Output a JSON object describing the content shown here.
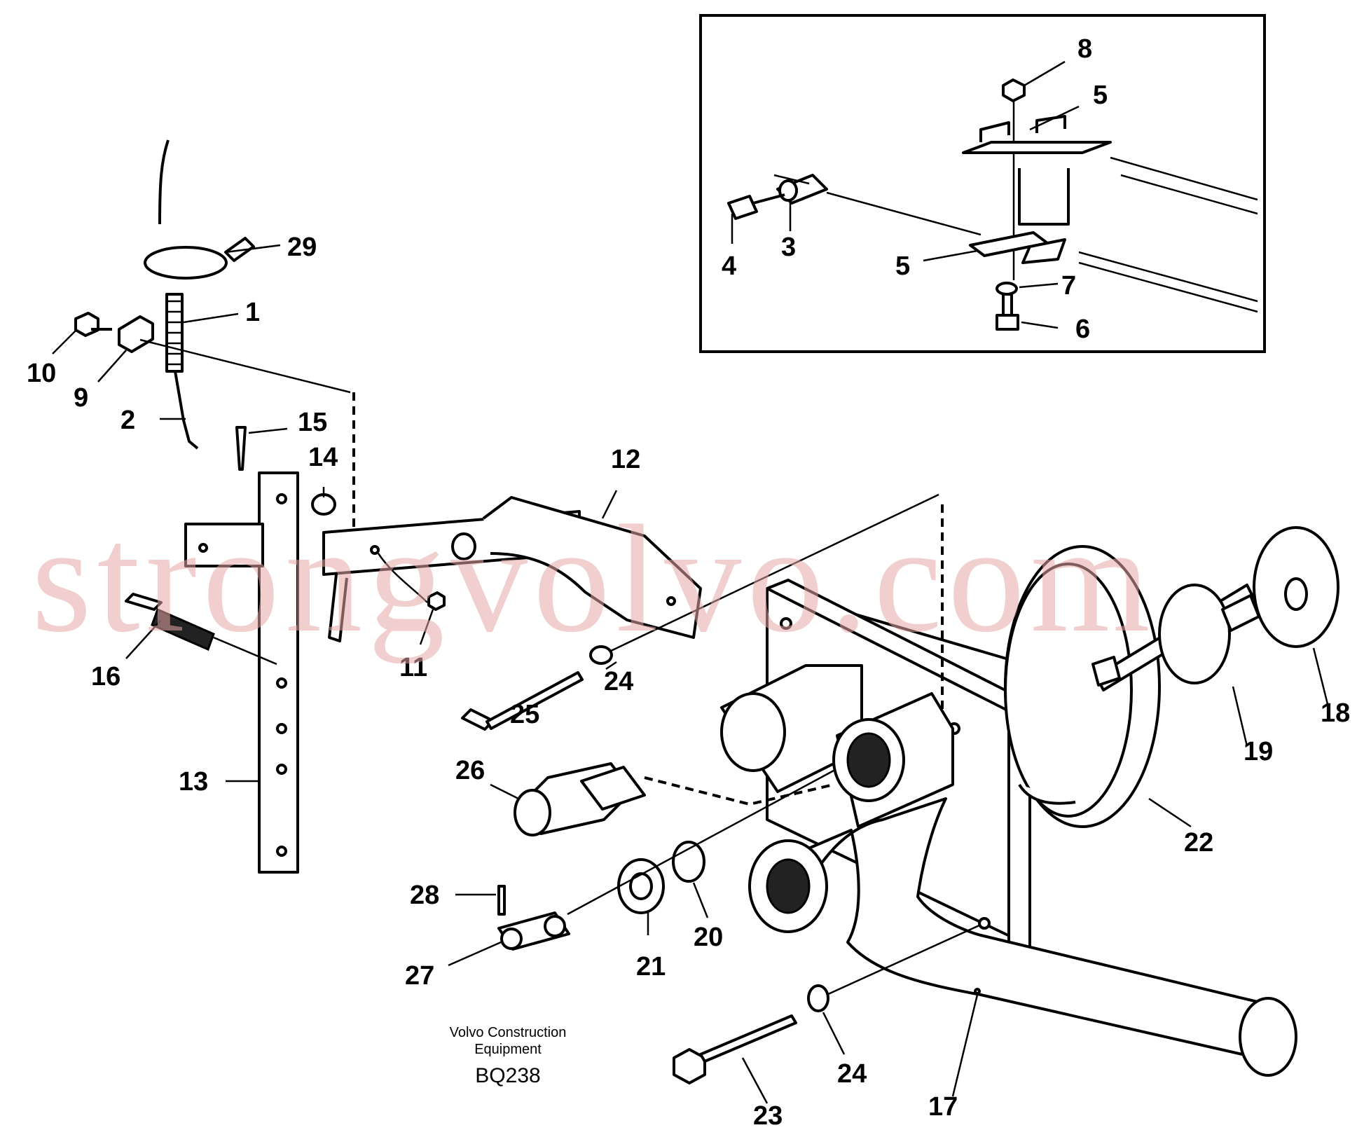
{
  "callouts": [
    {
      "id": "c29",
      "text": "29"
    },
    {
      "id": "c1",
      "text": "1"
    },
    {
      "id": "c10",
      "text": "10"
    },
    {
      "id": "c9",
      "text": "9"
    },
    {
      "id": "c2",
      "text": "2"
    },
    {
      "id": "c15",
      "text": "15"
    },
    {
      "id": "c14",
      "text": "14"
    },
    {
      "id": "c12",
      "text": "12"
    },
    {
      "id": "c16",
      "text": "16"
    },
    {
      "id": "c11",
      "text": "11"
    },
    {
      "id": "c24a",
      "text": "24"
    },
    {
      "id": "c25",
      "text": "25"
    },
    {
      "id": "c13",
      "text": "13"
    },
    {
      "id": "c26",
      "text": "26"
    },
    {
      "id": "c28",
      "text": "28"
    },
    {
      "id": "c27",
      "text": "27"
    },
    {
      "id": "c21",
      "text": "21"
    },
    {
      "id": "c20",
      "text": "20"
    },
    {
      "id": "c23",
      "text": "23"
    },
    {
      "id": "c24b",
      "text": "24"
    },
    {
      "id": "c17",
      "text": "17"
    },
    {
      "id": "c22",
      "text": "22"
    },
    {
      "id": "c19",
      "text": "19"
    },
    {
      "id": "c18",
      "text": "18"
    },
    {
      "id": "c8",
      "text": "8"
    },
    {
      "id": "c5a",
      "text": "5"
    },
    {
      "id": "c4",
      "text": "4"
    },
    {
      "id": "c3",
      "text": "3"
    },
    {
      "id": "c5b",
      "text": "5"
    },
    {
      "id": "c7",
      "text": "7"
    },
    {
      "id": "c6",
      "text": "6"
    }
  ],
  "credit": {
    "line1": "Volvo Construction",
    "line2": "Equipment",
    "code": "BQ238"
  },
  "watermark": "strongvolvo.com"
}
